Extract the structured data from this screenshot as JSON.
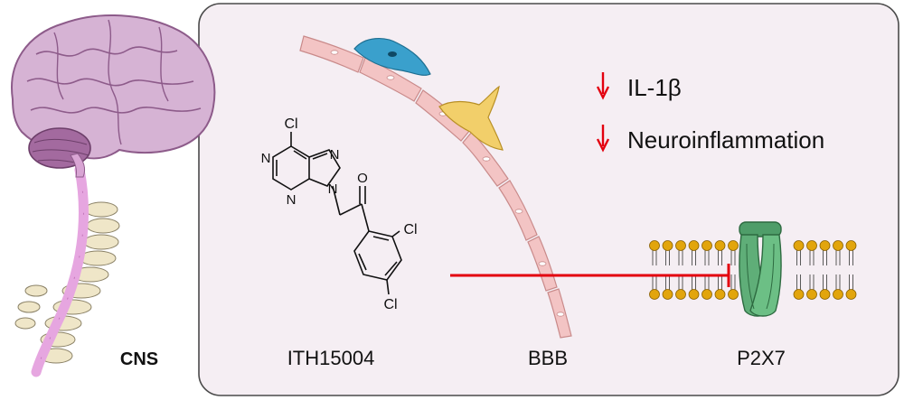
{
  "labels": {
    "cns": "CNS",
    "compound": "ITH15004",
    "barrier": "BBB",
    "receptor": "P2X7"
  },
  "effects": [
    {
      "arrow": "down",
      "text": "IL-1β"
    },
    {
      "arrow": "down",
      "text": "Neuroinflammation"
    }
  ],
  "molecule_atoms": {
    "cl_top": "Cl",
    "n_left_top": "N",
    "n_left_bottom": "N",
    "n_right_top": "N",
    "n_right_bottom": "N",
    "o": "O",
    "cl_ring_right": "Cl",
    "cl_ring_bottom": "Cl"
  },
  "colors": {
    "panel_fill": "#f5eef3",
    "panel_border": "#4a4a4a",
    "inhibition_line": "#e3000f",
    "down_arrow": "#e3000f",
    "brain": "#c79cc6",
    "spinal_cord": "#e6a6e0",
    "vertebrae": "#efe6c8",
    "endothelial_cell": "#f3c4c4",
    "astrocyte": "#3aa0cc",
    "pericyte": "#f2cf6a",
    "p2x7_channel": "#5fae78",
    "lipid_head": "#e2a50c"
  },
  "icons": [
    "brain-icon",
    "spinal-cord-icon",
    "blood-brain-barrier-icon",
    "p2x7-channel-icon",
    "down-arrow-icon"
  ]
}
